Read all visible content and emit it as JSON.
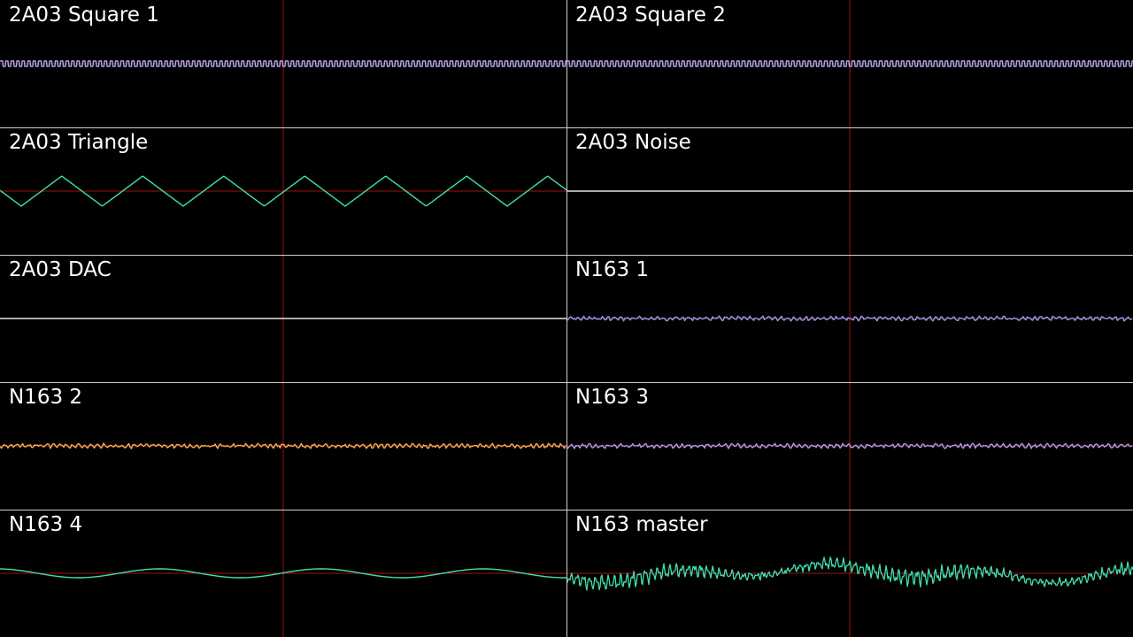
{
  "panels": [
    {
      "label": "2A03 Square 1",
      "color": "#a9a9ef",
      "wave": "square"
    },
    {
      "label": "2A03 Square 2",
      "color": "#a9a9ef",
      "wave": "square"
    },
    {
      "label": "2A03 Triangle",
      "color": "#3fe0b0",
      "wave": "triangle"
    },
    {
      "label": "2A03 Noise",
      "color": "#e6e6e6",
      "wave": "flat"
    },
    {
      "label": "2A03 DAC",
      "color": "#e6e6e6",
      "wave": "flat"
    },
    {
      "label": "N163 1",
      "color": "#8f9cf2",
      "wave": "noise-small"
    },
    {
      "label": "N163 2",
      "color": "#f0b050",
      "wave": "noise-small"
    },
    {
      "label": "N163 3",
      "color": "#a89cf0",
      "wave": "noise-small"
    },
    {
      "label": "N163 4",
      "color": "#3fe0b0",
      "wave": "sine"
    },
    {
      "label": "N163 master",
      "color": "#3fe0b0",
      "wave": "complex"
    }
  ],
  "center_line_color": "#a01010"
}
